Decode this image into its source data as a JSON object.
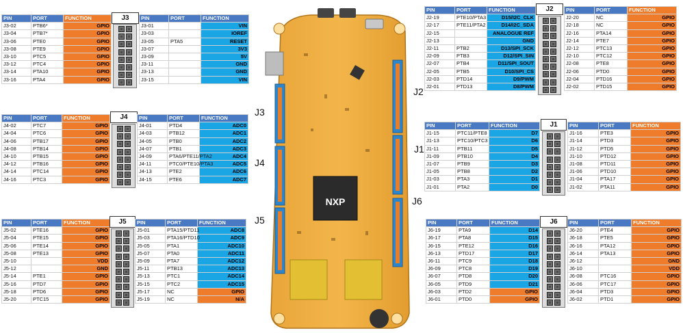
{
  "headers": {
    "pin": "PIN",
    "port": "PORT",
    "function": "FUNCTION"
  },
  "board": {
    "brand": "NXP",
    "labels": {
      "j3": "J3",
      "j4": "J4",
      "j5": "J5",
      "j2": "J2",
      "j1": "J1",
      "j6": "J6"
    }
  },
  "connectors": {
    "j3": {
      "title": "J3",
      "left": [
        [
          "J3-02",
          "PTB6*",
          "GPIO",
          "g"
        ],
        [
          "J3-04",
          "PTB7*",
          "GPIO",
          "g"
        ],
        [
          "J3-06",
          "PTE0",
          "GPIO",
          "g"
        ],
        [
          "J3-08",
          "PTE9",
          "GPIO",
          "g"
        ],
        [
          "J3-10",
          "PTC5",
          "GPIO",
          "g"
        ],
        [
          "J3-12",
          "PTC4",
          "GPIO",
          "g"
        ],
        [
          "J3-14",
          "PTA10",
          "GPIO",
          "g"
        ],
        [
          "J3-16",
          "PTA4",
          "GPIO",
          "g"
        ]
      ],
      "right": [
        [
          "J3-01",
          "",
          "VIN",
          "b"
        ],
        [
          "J3-03",
          "",
          "IOREF",
          "b"
        ],
        [
          "J3-05",
          "PTA5",
          "RESET",
          "b"
        ],
        [
          "J3-07",
          "",
          "3V3",
          "b"
        ],
        [
          "J3-09",
          "",
          "5V",
          "b"
        ],
        [
          "J3-11",
          "",
          "GND",
          "b"
        ],
        [
          "J3-13",
          "",
          "GND",
          "b"
        ],
        [
          "J3-15",
          "",
          "VIN",
          "b"
        ]
      ]
    },
    "j4": {
      "title": "J4",
      "left": [
        [
          "J4-02",
          "PTC7",
          "GPIO",
          "g"
        ],
        [
          "J4-04",
          "PTC6",
          "GPIO",
          "g"
        ],
        [
          "J4-06",
          "PTB17",
          "GPIO",
          "g"
        ],
        [
          "J4-08",
          "PTB14",
          "GPIO",
          "g"
        ],
        [
          "J4-10",
          "PTB15",
          "GPIO",
          "g"
        ],
        [
          "J4-12",
          "PTB16",
          "GPIO",
          "g"
        ],
        [
          "J4-14",
          "PTC14",
          "GPIO",
          "g"
        ],
        [
          "J4-16",
          "PTC3",
          "GPIO",
          "g"
        ]
      ],
      "right": [
        [
          "J4-01",
          "PTD4",
          "ADC0",
          "b"
        ],
        [
          "J4-03",
          "PTB12",
          "ADC1",
          "b"
        ],
        [
          "J4-05",
          "PTB0",
          "ADC2",
          "b"
        ],
        [
          "J4-07",
          "PTB1",
          "ADC3",
          "b"
        ],
        [
          "J4-09",
          "PTA6/PTE11/PTA2",
          "ADC4",
          "b"
        ],
        [
          "J4-11",
          "PTC0/PTE10/PTA3",
          "ADC5",
          "b"
        ],
        [
          "J4-13",
          "PTE2",
          "ADC6",
          "b"
        ],
        [
          "J4-15",
          "PTE6",
          "ADC7",
          "b"
        ]
      ]
    },
    "j5": {
      "title": "J5",
      "left": [
        [
          "J5-02",
          "PTE16",
          "GPIO",
          "g"
        ],
        [
          "J5-04",
          "PTE15",
          "GPIO",
          "g"
        ],
        [
          "J5-06",
          "PTE14",
          "GPIO",
          "g"
        ],
        [
          "J5-08",
          "PTE13",
          "GPIO",
          "g"
        ],
        [
          "J5-10",
          "",
          "VDD",
          "g"
        ],
        [
          "J5-12",
          "",
          "GND",
          "g"
        ],
        [
          "J5-14",
          "PTE1",
          "GPIO",
          "g"
        ],
        [
          "J5-16",
          "PTD7",
          "GPIO",
          "g"
        ],
        [
          "J5-18",
          "PTD6",
          "GPIO",
          "g"
        ],
        [
          "J5-20",
          "PTC15",
          "GPIO",
          "g"
        ]
      ],
      "right": [
        [
          "J5-01",
          "PTA15/PTD11",
          "ADC8",
          "b"
        ],
        [
          "J5-03",
          "PTA16/PTD10",
          "ADC9",
          "b"
        ],
        [
          "J5-05",
          "PTA1",
          "ADC10",
          "b"
        ],
        [
          "J5-07",
          "PTA0",
          "ADC11",
          "b"
        ],
        [
          "J5-09",
          "PTA7",
          "ADC12",
          "b"
        ],
        [
          "J5-11",
          "PTB13",
          "ADC13",
          "b"
        ],
        [
          "J5-13",
          "PTC1",
          "ADC14",
          "b"
        ],
        [
          "J5-15",
          "PTC2",
          "ADC15",
          "b"
        ],
        [
          "J5-17",
          "NC",
          "GPIO",
          "g"
        ],
        [
          "J5-19",
          "NC",
          "N/A",
          "g"
        ]
      ]
    },
    "j2": {
      "title": "J2",
      "left": [
        [
          "J2-19",
          "PTE10/PTA3",
          "D15/I2C_CLK",
          "b"
        ],
        [
          "J2-17",
          "PTE11/PTA2",
          "D14/I2C_SDA",
          "b"
        ],
        [
          "J2-15",
          "",
          "ANALOGUE REF",
          "b"
        ],
        [
          "J2-13",
          "",
          "GND",
          "b"
        ],
        [
          "J2-11",
          "PTB2",
          "D13/SPI_SCK",
          "b"
        ],
        [
          "J2-09",
          "PTB3",
          "D12/SPI_SIN",
          "b"
        ],
        [
          "J2-07",
          "PTB4",
          "D11/SPI_SOUT",
          "b"
        ],
        [
          "J2-05",
          "PTB5",
          "D10/SPI_CS",
          "b"
        ],
        [
          "J2-03",
          "PTD14",
          "D9/PWM",
          "b"
        ],
        [
          "J2-01",
          "PTD13",
          "D8/PWM",
          "b"
        ]
      ],
      "right": [
        [
          "J2-20",
          "NC",
          "GPIO",
          "g"
        ],
        [
          "J2-18",
          "NC",
          "GPIO",
          "g"
        ],
        [
          "J2-16",
          "PTA14",
          "GPIO",
          "g"
        ],
        [
          "J2-14",
          "PTE7",
          "GPIO",
          "g"
        ],
        [
          "J2-12",
          "PTC13",
          "GPIO",
          "g"
        ],
        [
          "J2-10",
          "PTC12",
          "GPIO",
          "g"
        ],
        [
          "J2-08",
          "PTE8",
          "GPIO",
          "g"
        ],
        [
          "J2-06",
          "PTD0",
          "GPIO",
          "g"
        ],
        [
          "J2-04",
          "PTD16",
          "GPIO",
          "g"
        ],
        [
          "J2-02",
          "PTD15",
          "GPIO",
          "g"
        ]
      ]
    },
    "j1": {
      "title": "J1",
      "left": [
        [
          "J1-15",
          "PTC11/PTE8",
          "D7",
          "b"
        ],
        [
          "J1-13",
          "PTC10/PTC3",
          "D6",
          "b"
        ],
        [
          "J1-11",
          "PTB11",
          "D5",
          "b"
        ],
        [
          "J1-09",
          "PTB10",
          "D4",
          "b"
        ],
        [
          "J1-07",
          "PTB9",
          "D3",
          "b"
        ],
        [
          "J1-05",
          "PTB8",
          "D2",
          "b"
        ],
        [
          "J1-03",
          "PTA3",
          "D1",
          "b"
        ],
        [
          "J1-01",
          "PTA2",
          "D0",
          "b"
        ]
      ],
      "right": [
        [
          "J1-16",
          "PTE3",
          "GPIO",
          "g"
        ],
        [
          "J1-14",
          "PTD3",
          "GPIO",
          "g"
        ],
        [
          "J1-12",
          "PTD5",
          "GPIO",
          "g"
        ],
        [
          "J1-10",
          "PTD12",
          "GPIO",
          "g"
        ],
        [
          "J1-08",
          "PTD11",
          "GPIO",
          "g"
        ],
        [
          "J1-06",
          "PTD10",
          "GPIO",
          "g"
        ],
        [
          "J1-04",
          "PTA17",
          "GPIO",
          "g"
        ],
        [
          "J1-02",
          "PTA11",
          "GPIO",
          "g"
        ]
      ]
    },
    "j6": {
      "title": "J6",
      "left": [
        [
          "J6-19",
          "PTA9",
          "D14",
          "b"
        ],
        [
          "J6-17",
          "PTA8",
          "D15",
          "b"
        ],
        [
          "J6-15",
          "PTE12",
          "D16",
          "b"
        ],
        [
          "J6-13",
          "PTD17",
          "D17",
          "b"
        ],
        [
          "J6-11",
          "PTC9",
          "D18",
          "b"
        ],
        [
          "J6-09",
          "PTC8",
          "D19",
          "b"
        ],
        [
          "J6-07",
          "PTD8",
          "D20",
          "b"
        ],
        [
          "J6-05",
          "PTD9",
          "D21",
          "b"
        ],
        [
          "J6-03",
          "PTD2",
          "GPIO",
          "g"
        ],
        [
          "J6-01",
          "PTD0",
          "GPIO",
          "g"
        ]
      ],
      "right": [
        [
          "J6-20",
          "PTE4",
          "GPIO",
          "g"
        ],
        [
          "J6-18",
          "PTE5",
          "GPIO",
          "g"
        ],
        [
          "J6-16",
          "PTA12",
          "GPIO",
          "g"
        ],
        [
          "J6-14",
          "PTA13",
          "GPIO",
          "g"
        ],
        [
          "J6-12",
          "",
          "GND",
          "g"
        ],
        [
          "J6-10",
          "",
          "VDD",
          "g"
        ],
        [
          "J6-08",
          "PTC16",
          "GPIO",
          "g"
        ],
        [
          "J6-06",
          "PTC17",
          "GPIO",
          "g"
        ],
        [
          "J6-04",
          "PTD3",
          "GPIO",
          "g"
        ],
        [
          "J6-02",
          "PTD1",
          "GPIO",
          "g"
        ]
      ]
    }
  }
}
